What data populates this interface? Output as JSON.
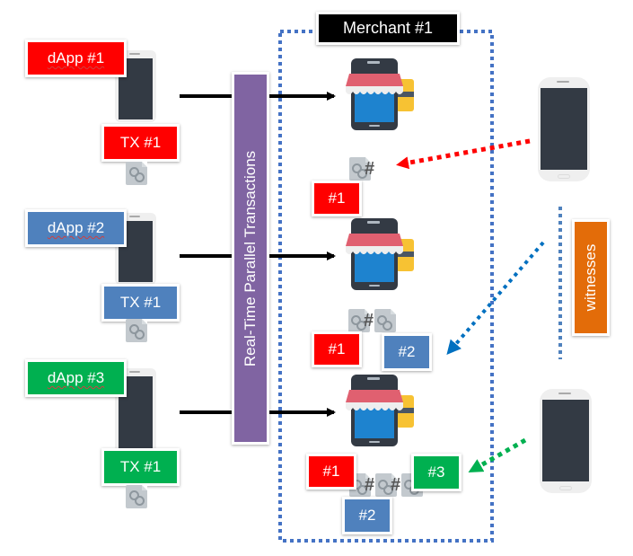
{
  "merchant": {
    "title": "Merchant #1"
  },
  "parallel_bar": {
    "label": "Real-Time Parallel Transactions"
  },
  "witnesses": {
    "label": "witnesses"
  },
  "dapps": [
    {
      "label": "dApp #1",
      "tx_label": "TX #1",
      "color": "#ff0000"
    },
    {
      "label": "dApp #2",
      "tx_label": "TX #1",
      "color": "#4f81bd"
    },
    {
      "label": "dApp #3",
      "tx_label": "TX #1",
      "color": "#00b050"
    }
  ],
  "chain_blocks": [
    {
      "labels": [
        "#1"
      ]
    },
    {
      "labels": [
        "#1",
        "#2"
      ]
    },
    {
      "labels": [
        "#1",
        "#2",
        "#3"
      ]
    }
  ],
  "colors": {
    "red": "#ff0000",
    "blue": "#4f81bd",
    "green": "#00b050",
    "purple": "#8064a2",
    "orange": "#e36c09",
    "dotted_border": "#4472c4",
    "witness_arrow_blue": "#0070c0"
  }
}
